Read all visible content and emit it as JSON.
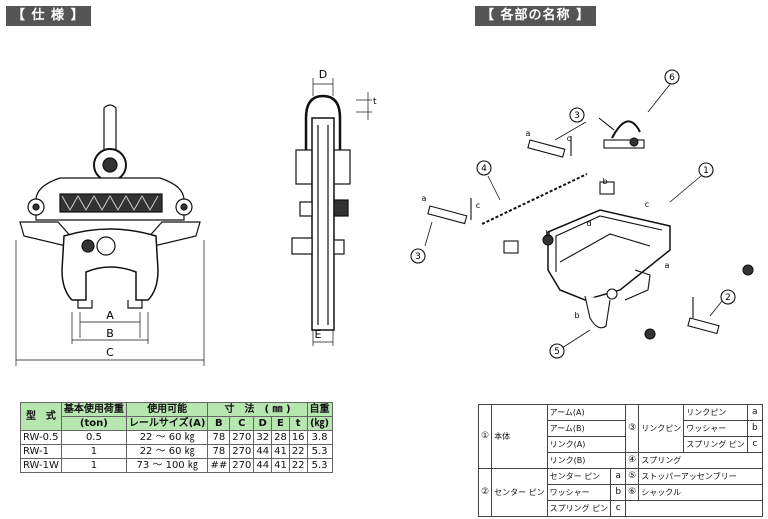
{
  "headers": {
    "spec": "【 仕 様 】",
    "names": "【 各部の名称 】"
  },
  "diagram_labels": {
    "front": {
      "a": "A",
      "b": "B",
      "c": "C"
    },
    "side": {
      "d": "D",
      "t": "t",
      "e": "E"
    },
    "exploded": {
      "n1": "1",
      "n2": "2",
      "n3a": "3",
      "n3b": "3",
      "n4": "4",
      "n5": "5",
      "n6": "6",
      "a": "a",
      "b": "b",
      "c": "c",
      "d": "d"
    }
  },
  "spec_table": {
    "headers": {
      "model": "型　式",
      "load": "基本使用荷重",
      "load_unit": "(ton)",
      "usable": "使用可能",
      "rail": "レールサイズ(A)",
      "dims": "寸　法　( ㎜ )",
      "dim_cols": [
        "B",
        "C",
        "D",
        "E",
        "t"
      ],
      "weight": "自重",
      "weight_unit": "(㎏)"
    },
    "rows": [
      {
        "model": "RW-0.5",
        "load": "0.5",
        "rail": "22 ～ 60 ㎏",
        "b": "78",
        "c": "270",
        "d": "32",
        "e": "28",
        "t": "16",
        "w": "3.8"
      },
      {
        "model": "RW-1",
        "load": "1",
        "rail": "22 ～ 60 ㎏",
        "b": "78",
        "c": "270",
        "d": "44",
        "e": "41",
        "t": "22",
        "w": "5.3"
      },
      {
        "model": "RW-1W",
        "load": "1",
        "rail": "73 ～ 100 ㎏",
        "b": "##",
        "c": "270",
        "d": "44",
        "e": "41",
        "t": "22",
        "w": "5.3"
      }
    ]
  },
  "parts_table": {
    "g1_num": "①",
    "g1_name": "本体",
    "g1_items": [
      "アーム(A)",
      "アーム(B)",
      "リンク(A)",
      "リンク(B)"
    ],
    "g3_num": "③",
    "g3_name": "リンクピン",
    "g3_items": [
      {
        "name": "リンクピン",
        "letter": "a"
      },
      {
        "name": "ワッシャー",
        "letter": "b"
      },
      {
        "name": "スプリング ピン",
        "letter": "c"
      }
    ],
    "g4_num": "④",
    "g4_name": "スプリング",
    "g2_num": "②",
    "g2_name": "センター ピン",
    "g2_items": [
      {
        "name": "センター ピン",
        "letter": "a"
      },
      {
        "name": "ワッシャー",
        "letter": "b"
      },
      {
        "name": "スプリング ピン",
        "letter": "c"
      }
    ],
    "g5_num": "⑤",
    "g5_name": "ストッパーアッセンブリー",
    "g6_num": "⑥",
    "g6_name": "シャックル"
  }
}
